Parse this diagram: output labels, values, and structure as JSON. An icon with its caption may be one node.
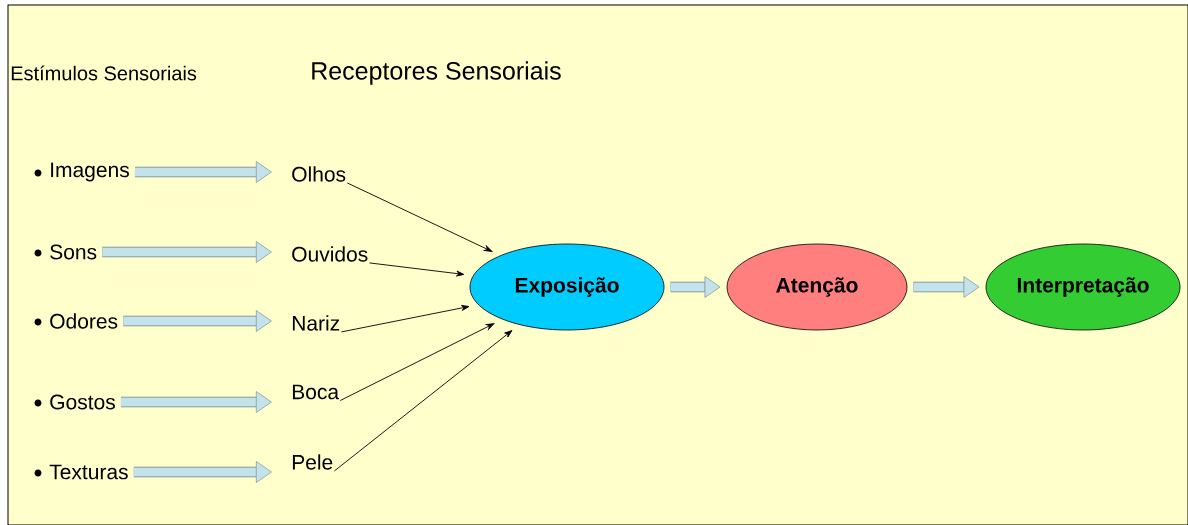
{
  "diagram": {
    "nodes": [
      {
        "text": [
          "Imagens"
        ]
      },
      {
        "text": [
          "Sons"
        ]
      },
      {
        "text": [
          "Odores"
        ]
      },
      {
        "text": [
          "Gostos"
        ]
      },
      {
        "text": [
          "Texturas"
        ]
      },
      {
        "text": [
          "Olhos"
        ]
      },
      {
        "text": [
          "Ouvidos"
        ]
      },
      {
        "text": [
          "Nariz"
        ]
      },
      {
        "text": [
          "Boca"
        ]
      },
      {
        "text": [
          "Pele"
        ]
      },
      {
        "text": [
          "Exposição"
        ]
      },
      {
        "text": [
          "Atenção"
        ]
      },
      {
        "text": [
          "Interpretação"
        ]
      }
    ],
    "edges": [
      {
        "from": 0,
        "to": 5,
        "arrow": "to"
      },
      {
        "from": 1,
        "to": 6,
        "arrow": "to"
      },
      {
        "from": 2,
        "to": 7,
        "arrow": "to"
      },
      {
        "from": 3,
        "to": 8,
        "arrow": "to"
      },
      {
        "from": 4,
        "to": 9,
        "arrow": "to"
      },
      {
        "from": 5,
        "to": 10,
        "arrow": "to",
        "color": "#000000"
      },
      {
        "from": 6,
        "to": 10,
        "arrow": "to",
        "color": "#000000"
      },
      {
        "from": 7,
        "to": 10,
        "arrow": "to",
        "color": "#000000"
      },
      {
        "from": 8,
        "to": 10,
        "arrow": "to",
        "color": "#000000"
      },
      {
        "from": 9,
        "to": 10,
        "arrow": "to",
        "color": "#000000"
      },
      {
        "from": 10,
        "to": 11,
        "arrow": "to"
      },
      {
        "from": 11,
        "to": 12,
        "arrow": "to"
      }
    ],
    "labels": [
      "Estímulos Sensoriais",
      "Receptores Sensoriais"
    ]
  }
}
